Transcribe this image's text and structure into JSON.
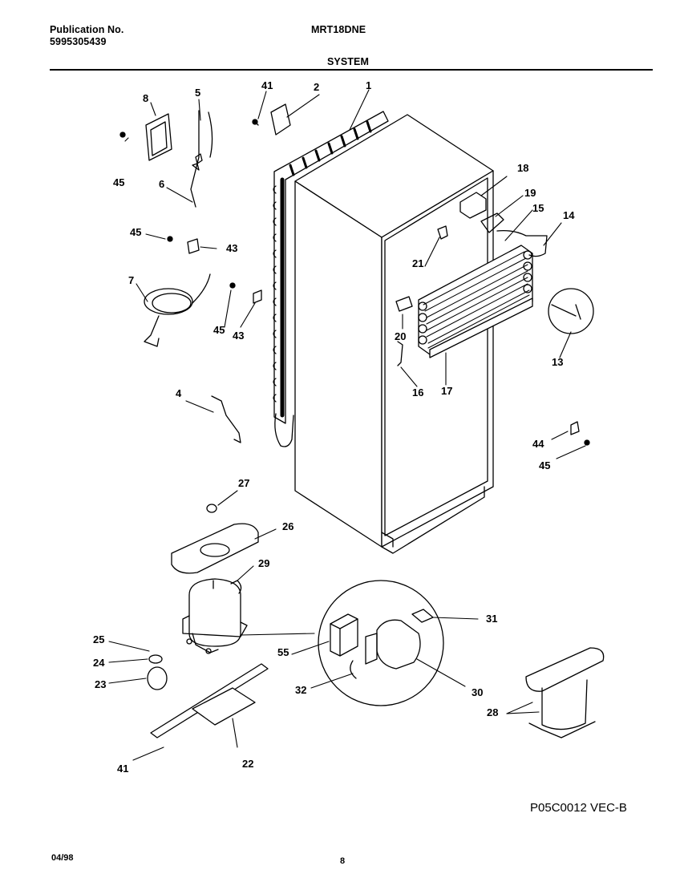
{
  "header": {
    "publication_label": "Publication No.",
    "publication_number": "5995305439",
    "model": "MRT18DNE",
    "section": "SYSTEM"
  },
  "diagram": {
    "callouts": [
      "1",
      "2",
      "4",
      "5",
      "6",
      "7",
      "8",
      "13",
      "14",
      "15",
      "16",
      "17",
      "18",
      "19",
      "20",
      "21",
      "22",
      "23",
      "24",
      "25",
      "26",
      "27",
      "28",
      "29",
      "30",
      "31",
      "32",
      "41",
      "43",
      "44",
      "45",
      "55"
    ],
    "drawing_code": "P05C0012 VEC-B"
  },
  "footer": {
    "date": "04/98",
    "page": "8"
  }
}
